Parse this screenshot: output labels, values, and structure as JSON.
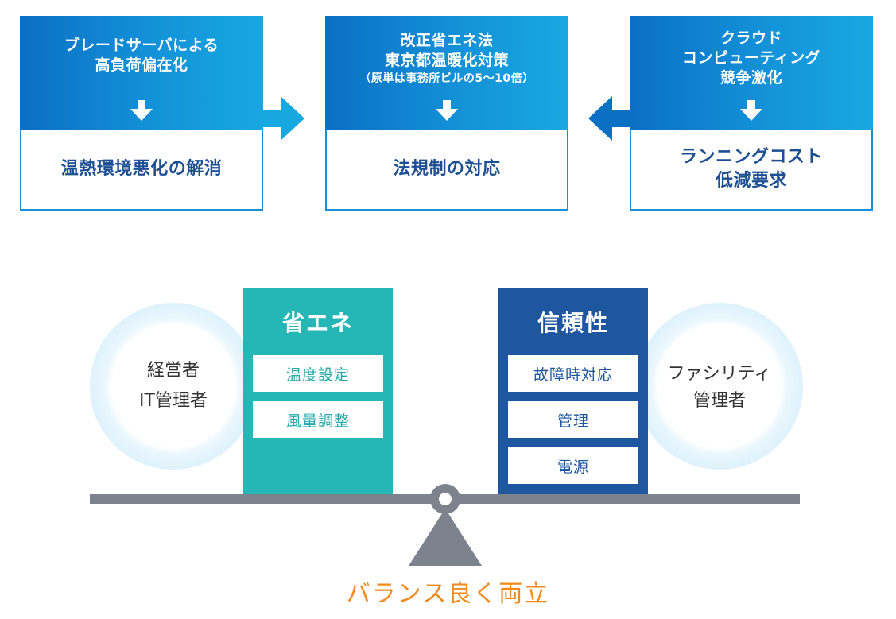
{
  "flow": {
    "boxes": [
      {
        "cause_lines": [
          "ブレードサーバによる",
          "高負荷偏在化"
        ],
        "note": "",
        "result_lines": [
          "温熱環境悪化の解消"
        ]
      },
      {
        "cause_lines": [
          "改正省エネ法",
          "東京都温暖化対策"
        ],
        "note": "（原単は事務所ビルの5〜10倍）",
        "result_lines": [
          "法規制の対応"
        ]
      },
      {
        "cause_lines": [
          "クラウド",
          "コンピューティング",
          "競争激化"
        ],
        "note": "",
        "result_lines": [
          "ランニングコスト",
          "低減要求"
        ]
      }
    ],
    "colors": {
      "header_start": "#0b6fc4",
      "header_end": "#18a8e0",
      "result_text": "#1d4f93"
    }
  },
  "balance": {
    "left_stakeholder": [
      "経営者",
      "IT管理者"
    ],
    "right_stakeholder": [
      "ファシリティ",
      "管理者"
    ],
    "left_pillar": {
      "title": "省エネ",
      "items": [
        "温度設定",
        "風量調整"
      ],
      "color": "#24b7b6"
    },
    "right_pillar": {
      "title": "信頼性",
      "items": [
        "故障時対応",
        "管理",
        "電源"
      ],
      "color": "#1f56a0"
    },
    "beam_color": "#7d838c",
    "tagline": "バランス良く両立",
    "tagline_color": "#f08a1c"
  }
}
